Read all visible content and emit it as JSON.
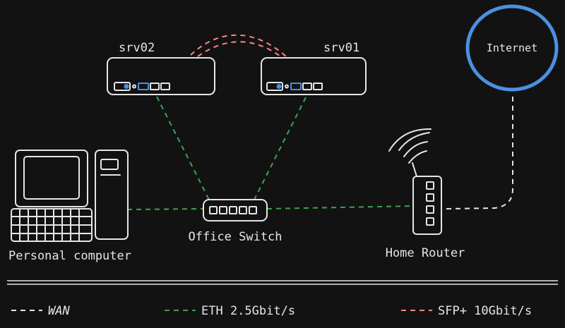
{
  "nodes": {
    "srv02": "srv02",
    "srv01": "srv01",
    "internet": "Internet",
    "personal_computer": "Personal computer",
    "office_switch": "Office Switch",
    "home_router": "Home Router"
  },
  "legend": {
    "wan": "WAN",
    "eth": "ETH 2.5Gbit/s",
    "sfp": "SFP+ 10Gbit/s"
  },
  "colors": {
    "background": "#121212",
    "stroke": "#e6e6e6",
    "eth": "#3fa34d",
    "sfp": "#ff8787",
    "internet": "#4a90e2",
    "port_blue": "#4a90e2"
  }
}
